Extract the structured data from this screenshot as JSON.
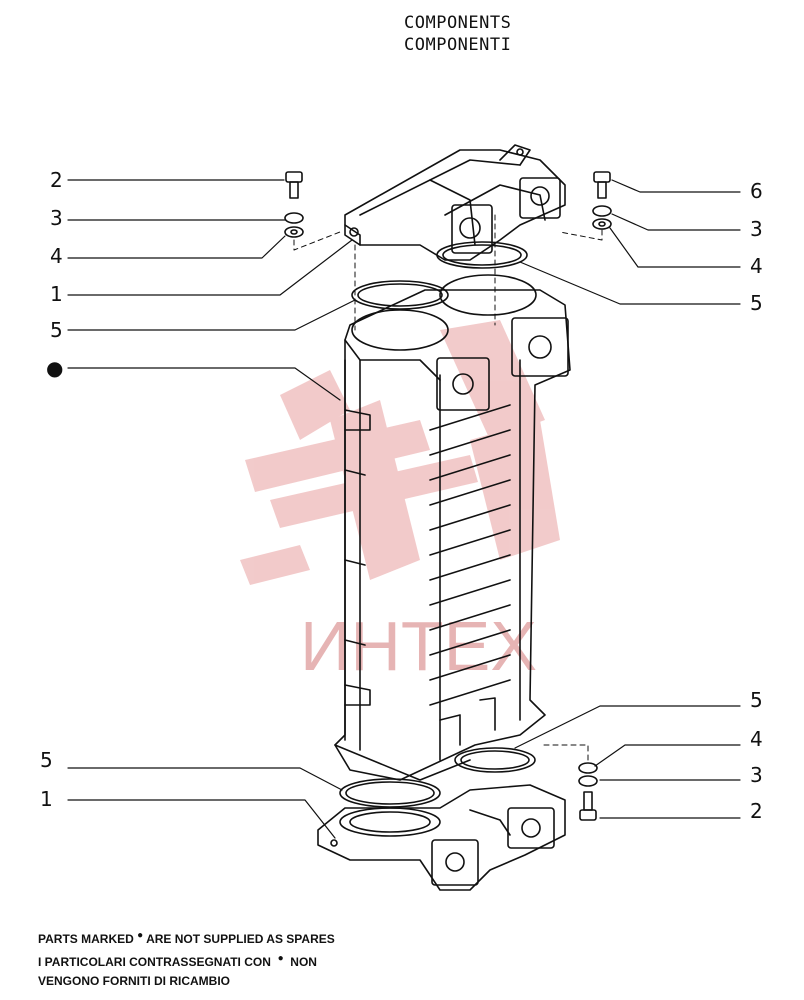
{
  "title": {
    "line_en": "COMPONENTS",
    "line_it": "COMPONENTI"
  },
  "callouts_left": [
    "2",
    "3",
    "4",
    "1",
    "5",
    "●",
    "5",
    "1"
  ],
  "callouts_right": [
    "6",
    "3",
    "4",
    "5",
    "5",
    "4",
    "3",
    "2"
  ],
  "watermark": {
    "text": "ИНТЕХ",
    "color": "#e6b4b4"
  },
  "notes": {
    "line1_before": "PARTS MARKED",
    "line1_marker": "●",
    "line1_after": "ARE NOT SUPPLIED AS SPARES",
    "line2_before": "I PARTICOLARI CONTRASSEGNATI CON",
    "line2_marker": "●",
    "line2_after": "NON",
    "line3": "VENGONO FORNITI DI RICAMBIO"
  }
}
